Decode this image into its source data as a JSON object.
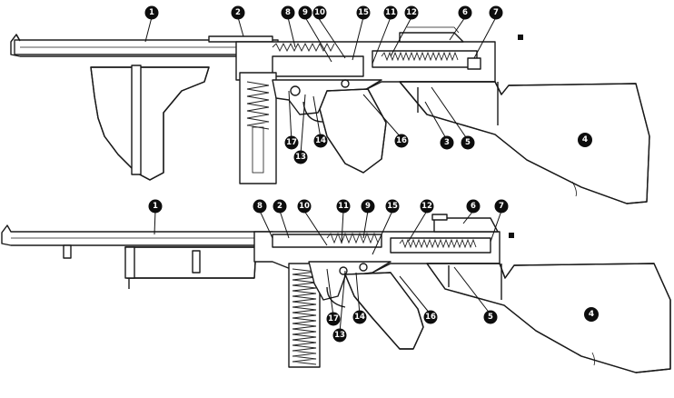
{
  "diagram": {
    "top_gun_callouts": [
      "1",
      "2",
      "8",
      "9",
      "10",
      "15",
      "11",
      "12",
      "6",
      "7",
      "4",
      "3",
      "5",
      "16",
      "14",
      "13",
      "17"
    ],
    "bottom_gun_callouts": [
      "1",
      "8",
      "2",
      "10",
      "11",
      "9",
      "15",
      "12",
      "6",
      "7",
      "4",
      "5",
      "16",
      "14",
      "13",
      "17"
    ]
  },
  "callouts_top": {
    "c1": "1",
    "c2": "2",
    "c8": "8",
    "c9": "9",
    "c10": "10",
    "c15": "15",
    "c11": "11",
    "c12": "12",
    "c6": "6",
    "c7": "7",
    "c4": "4",
    "c3": "3",
    "c5": "5",
    "c16": "16",
    "c14": "14",
    "c13": "13",
    "c17": "17"
  },
  "callouts_bottom": {
    "c1": "1",
    "c8": "8",
    "c2": "2",
    "c10": "10",
    "c11": "11",
    "c9": "9",
    "c15": "15",
    "c12": "12",
    "c6": "6",
    "c7": "7",
    "c4": "4",
    "c5": "5",
    "c16": "16",
    "c14": "14",
    "c13": "13",
    "c17": "17"
  },
  "colors": {
    "ink": "#1a1a1a",
    "paper": "#ffffff"
  }
}
